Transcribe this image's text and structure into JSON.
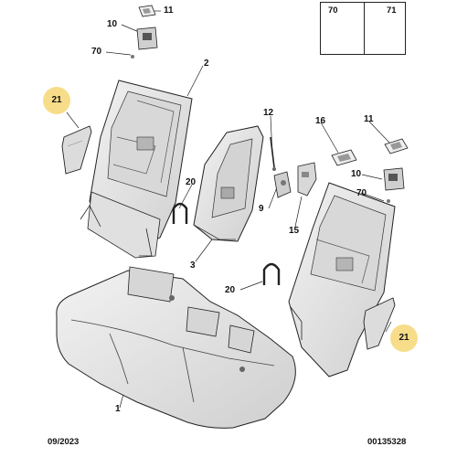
{
  "legend": {
    "col1": "70",
    "col2": "71"
  },
  "callouts": {
    "c1": "1",
    "c2": "2",
    "c3": "3",
    "c9": "9",
    "c10a": "10",
    "c10b": "10",
    "c11a": "11",
    "c11b": "11",
    "c12": "12",
    "c15": "15",
    "c16": "16",
    "c20a": "20",
    "c20b": "20",
    "c21a": "21",
    "c21b": "21",
    "c70a": "70",
    "c70b": "70"
  },
  "footer": {
    "date": "09/2023",
    "ref": "00135328"
  },
  "colors": {
    "highlight": "#f7dd8a",
    "part_fill": "#e4e4e4",
    "outline": "#2a2a2a"
  }
}
